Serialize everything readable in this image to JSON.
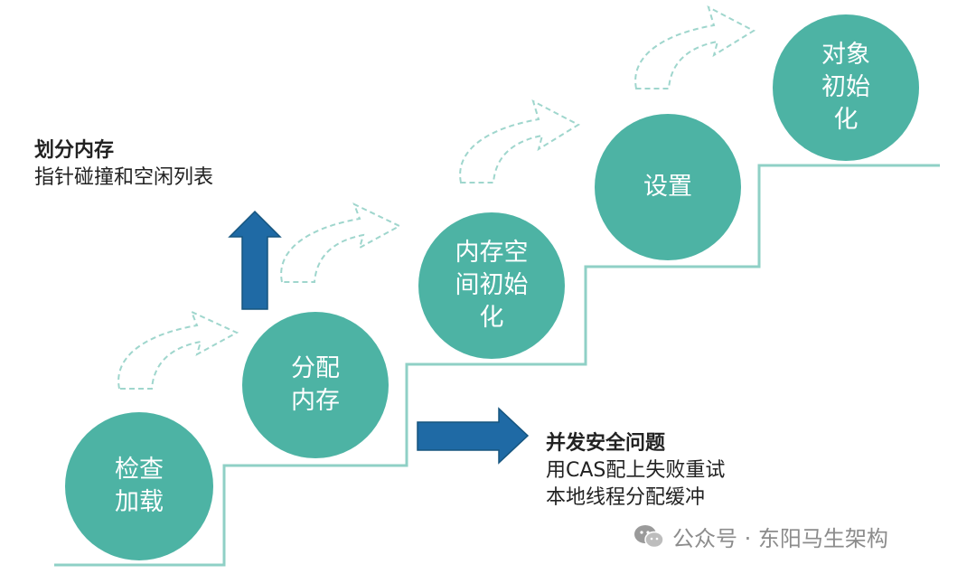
{
  "steps": [
    {
      "label": "检查\n加载"
    },
    {
      "label": "分配\n内存"
    },
    {
      "label": "内存空\n间初始\n化"
    },
    {
      "label": "设置"
    },
    {
      "label": "对象\n初始\n化"
    }
  ],
  "note_top": {
    "title": "划分内存",
    "line1": "指针碰撞和空闲列表"
  },
  "note_bottom": {
    "title": "并发安全问题",
    "line1": "用CAS配上失败重试",
    "line2": "本地线程分配缓冲"
  },
  "watermark": {
    "text": "公众号 · 东阳马生架构",
    "icon": "wechat-icon"
  },
  "colors": {
    "circle": "#4db3a4",
    "stair_line": "#8fd0c6",
    "dashed_arrow": "#9fd6cd",
    "blue_arrow": "#1f6aa5",
    "blue_arrow_edge": "#16557f"
  }
}
